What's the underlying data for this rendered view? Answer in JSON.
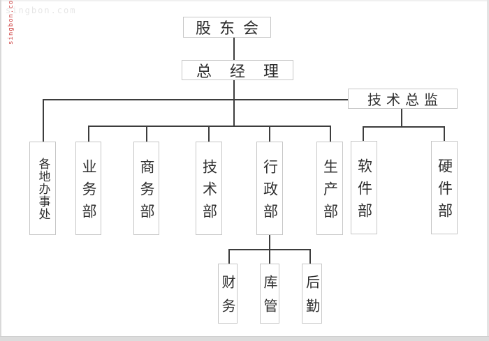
{
  "watermarks": {
    "corner_text": "singbon.com",
    "side_text": "singbon.com"
  },
  "org": {
    "level1": "股东会",
    "level2": "总经理",
    "advisor": "技术总监",
    "departments": [
      "各地办事处",
      "业务部",
      "商务部",
      "技术部",
      "行政部",
      "生产部"
    ],
    "advisor_departments": [
      "软件部",
      "硬件部"
    ],
    "admin_children": [
      "财务",
      "库管",
      "后勤"
    ]
  },
  "hierarchy_note": "股东会 > 总经理 > (各地办事处, 业务部, 商务部, 技术部, 行政部 > [财务, 库管, 后勤], 生产部, 技术总监 > [软件部, 硬件部])",
  "colors": {
    "background": "#ffffff",
    "connector_line": "#3d3d3d",
    "box_border": "#c6c6c6",
    "text": "#2e2e2e",
    "watermark_gray": "#e6e6e6",
    "watermark_red": "#cc3b3b",
    "footer_strip": "#dcdcdc"
  }
}
